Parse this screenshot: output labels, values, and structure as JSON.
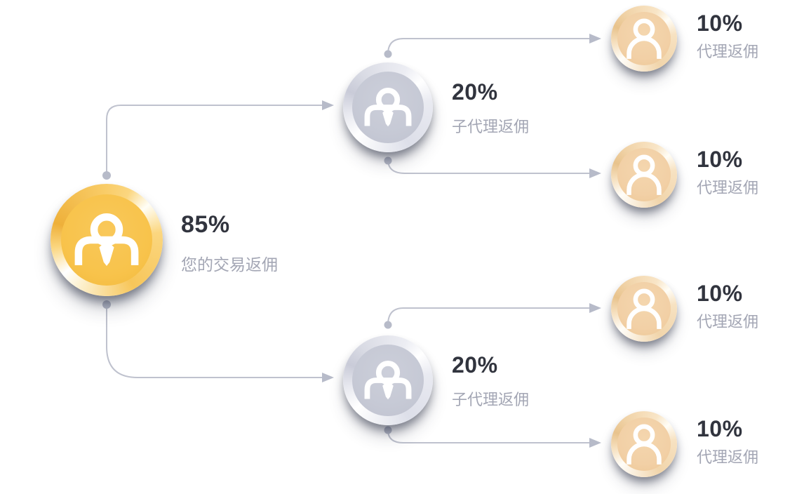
{
  "diagram_title": "commission-structure-tree",
  "nodes": {
    "root": {
      "percent": "85%",
      "label": "您的交易返佣",
      "icon": "person-tie-icon",
      "coin_color": "#F8C34B"
    },
    "subagents": [
      {
        "percent": "20%",
        "label": "子代理返佣",
        "icon": "person-tie-icon",
        "coin_color": "#C6C9D5"
      },
      {
        "percent": "20%",
        "label": "子代理返佣",
        "icon": "person-tie-icon",
        "coin_color": "#C6C9D5"
      }
    ],
    "agents": [
      {
        "percent": "10%",
        "label": "代理返佣",
        "icon": "person-icon",
        "coin_color": "#F2D0A6"
      },
      {
        "percent": "10%",
        "label": "代理返佣",
        "icon": "person-icon",
        "coin_color": "#F2D0A6"
      },
      {
        "percent": "10%",
        "label": "代理返佣",
        "icon": "person-icon",
        "coin_color": "#F2D0A6"
      },
      {
        "percent": "10%",
        "label": "代理返佣",
        "icon": "person-icon",
        "coin_color": "#F2D0A6"
      }
    ]
  },
  "style": {
    "background": "#FFFFFF",
    "percent_text_color": "#31343E",
    "label_text_color": "#A3A6B4",
    "connector_color": "#BFC2CE",
    "icon_color": "#FFFFFF"
  },
  "edges": [
    {
      "from": "root",
      "to": "subagent-1"
    },
    {
      "from": "root",
      "to": "subagent-2"
    },
    {
      "from": "subagent-1",
      "to": "agent-1"
    },
    {
      "from": "subagent-1",
      "to": "agent-2"
    },
    {
      "from": "subagent-2",
      "to": "agent-3"
    },
    {
      "from": "subagent-2",
      "to": "agent-4"
    }
  ]
}
